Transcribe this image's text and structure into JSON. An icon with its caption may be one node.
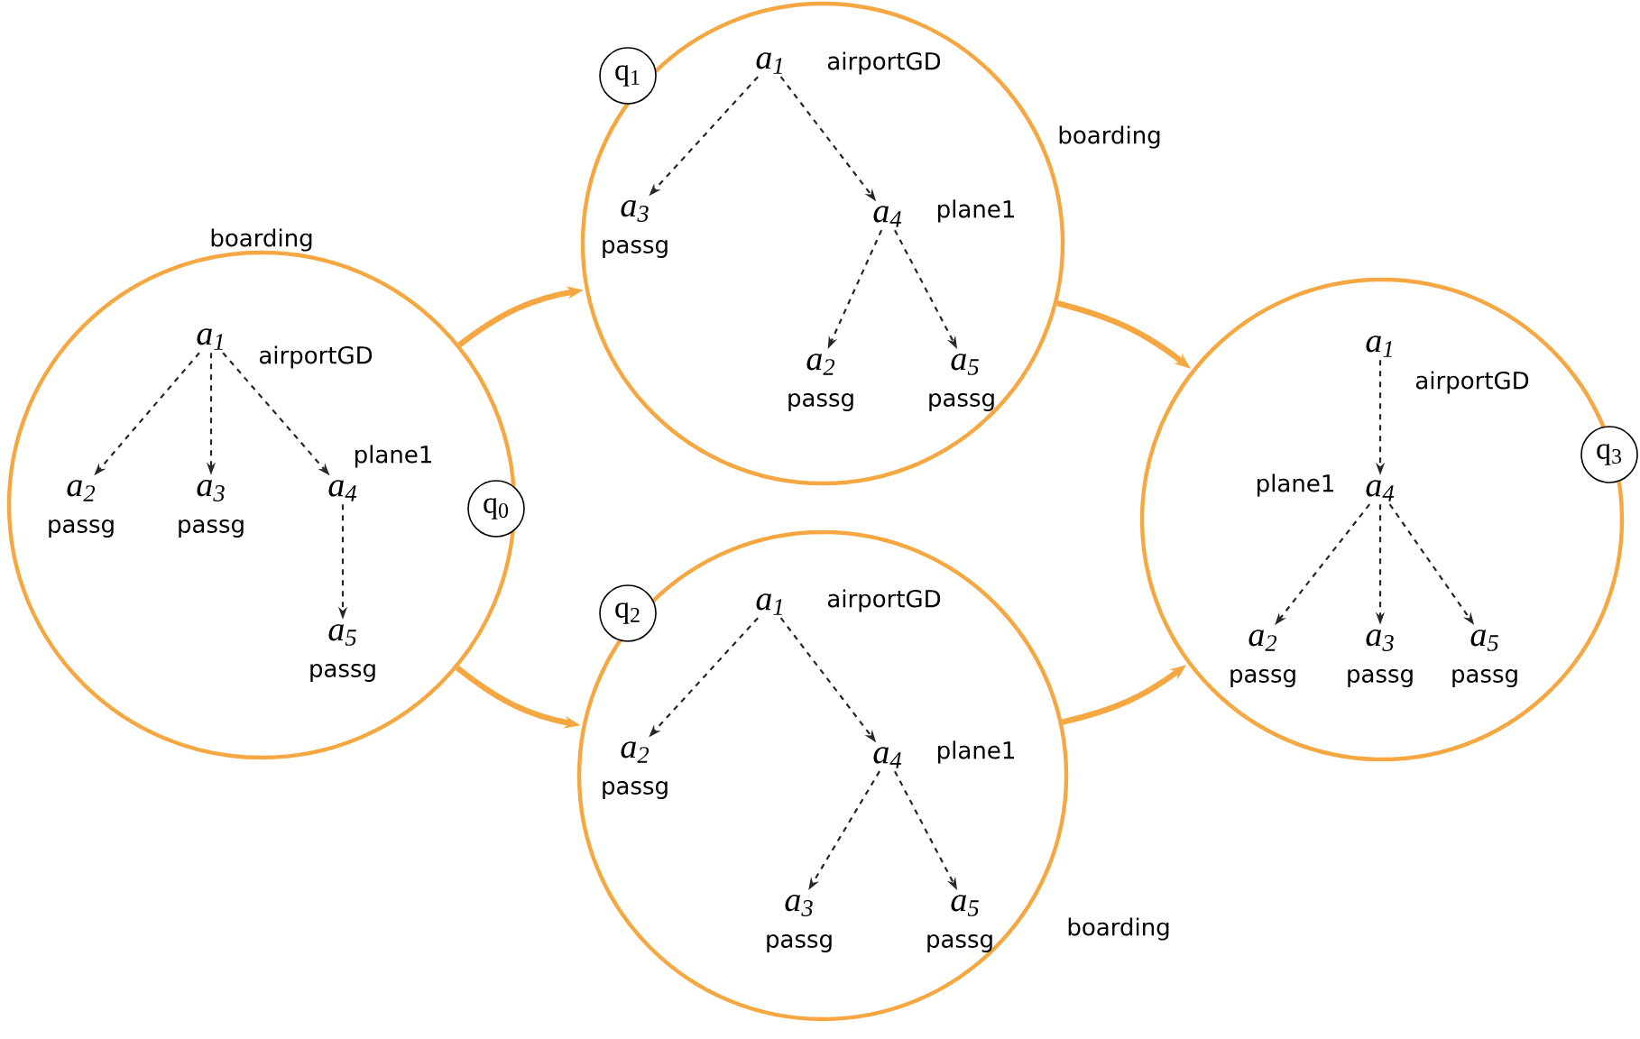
{
  "diagram": {
    "nodes": [
      {
        "text": [
          "boarding"
        ]
      },
      {
        "text": [
          "q$_{0}$"
        ]
      },
      {
        "text": [
          "a$_{1}$",
          "airportGD"
        ],
        "in": 0
      },
      {
        "text": [
          "a$_{2}$",
          "passg"
        ],
        "in": 0
      },
      {
        "text": [
          "a$_{3}$",
          "passg"
        ],
        "in": 0
      },
      {
        "text": [
          "plane1",
          "a$_{4}$"
        ],
        "in": 0
      },
      {
        "text": [
          "a$_{5}$",
          "passg"
        ],
        "in": 0
      },
      {
        "text": [
          "boarding"
        ]
      },
      {
        "text": [
          "q$_{1}$"
        ]
      },
      {
        "text": [
          "a$_{1}$",
          "airportGD"
        ],
        "in": 7
      },
      {
        "text": [
          "a$_{3}$",
          "passg"
        ],
        "in": 7
      },
      {
        "text": [
          "a$_{4}$",
          "plane1"
        ],
        "in": 7
      },
      {
        "text": [
          "a$_{2}$",
          "passg"
        ],
        "in": 7
      },
      {
        "text": [
          "a$_{5}$",
          "passg"
        ],
        "in": 7
      },
      {
        "text": [
          "boarding"
        ]
      },
      {
        "text": [
          "q$_{2}$"
        ]
      },
      {
        "text": [
          "a$_{1}$",
          "airportGD"
        ],
        "in": 14
      },
      {
        "text": [
          "a$_{2}$",
          "passg"
        ],
        "in": 14
      },
      {
        "text": [
          "a$_{4}$",
          "plane1"
        ],
        "in": 14
      },
      {
        "text": [
          "a$_{3}$",
          "passg"
        ],
        "in": 14
      },
      {
        "text": [
          "a$_{5}$",
          "passg"
        ],
        "in": 14
      },
      {
        "text": [],
        "shape": "circle"
      },
      {
        "text": [
          "q$_{3}$"
        ]
      },
      {
        "text": [
          "a$_{1}$",
          "airportGD"
        ],
        "in": 21
      },
      {
        "text": [
          "plane1",
          "a$_{4}$"
        ],
        "in": 21
      },
      {
        "text": [
          "a$_{2}$",
          "passg"
        ],
        "in": 21
      },
      {
        "text": [
          "a$_{3}$",
          "passg"
        ],
        "in": 21
      },
      {
        "text": [
          "a$_{5}$",
          "passg"
        ],
        "in": 21
      }
    ],
    "edges": [
      {
        "from": 0,
        "to": 7,
        "arrow": "to",
        "style": "thick",
        "color": "#f5a742"
      },
      {
        "from": 0,
        "to": 14,
        "arrow": "to",
        "style": "thick",
        "color": "#f5a742"
      },
      {
        "from": 7,
        "to": 21,
        "arrow": "to",
        "style": "thick",
        "color": "#f5a742"
      },
      {
        "from": 14,
        "to": 21,
        "arrow": "to",
        "style": "thick",
        "color": "#f5a742"
      },
      {
        "from": 2,
        "to": 3,
        "arrow": "to",
        "style": "dashed"
      },
      {
        "from": 2,
        "to": 4,
        "arrow": "to",
        "style": "dashed"
      },
      {
        "from": 2,
        "to": 5,
        "arrow": "to",
        "style": "dashed"
      },
      {
        "from": 5,
        "to": 6,
        "arrow": "to",
        "style": "dashed"
      },
      {
        "from": 9,
        "to": 10,
        "arrow": "to",
        "style": "dashed"
      },
      {
        "from": 9,
        "to": 11,
        "arrow": "to",
        "style": "dashed"
      },
      {
        "from": 11,
        "to": 12,
        "arrow": "to",
        "style": "dashed"
      },
      {
        "from": 11,
        "to": 13,
        "arrow": "to",
        "style": "dashed"
      },
      {
        "from": 16,
        "to": 17,
        "arrow": "to",
        "style": "dashed"
      },
      {
        "from": 16,
        "to": 18,
        "arrow": "to",
        "style": "dashed"
      },
      {
        "from": 18,
        "to": 19,
        "arrow": "to",
        "style": "dashed"
      },
      {
        "from": 18,
        "to": 20,
        "arrow": "to",
        "style": "dashed"
      },
      {
        "from": 23,
        "to": 24,
        "arrow": "to",
        "style": "dashed"
      },
      {
        "from": 24,
        "to": 25,
        "arrow": "to",
        "style": "dashed"
      },
      {
        "from": 24,
        "to": 26,
        "arrow": "to",
        "style": "dashed"
      },
      {
        "from": 24,
        "to": 27,
        "arrow": "to",
        "style": "dashed"
      }
    ]
  }
}
